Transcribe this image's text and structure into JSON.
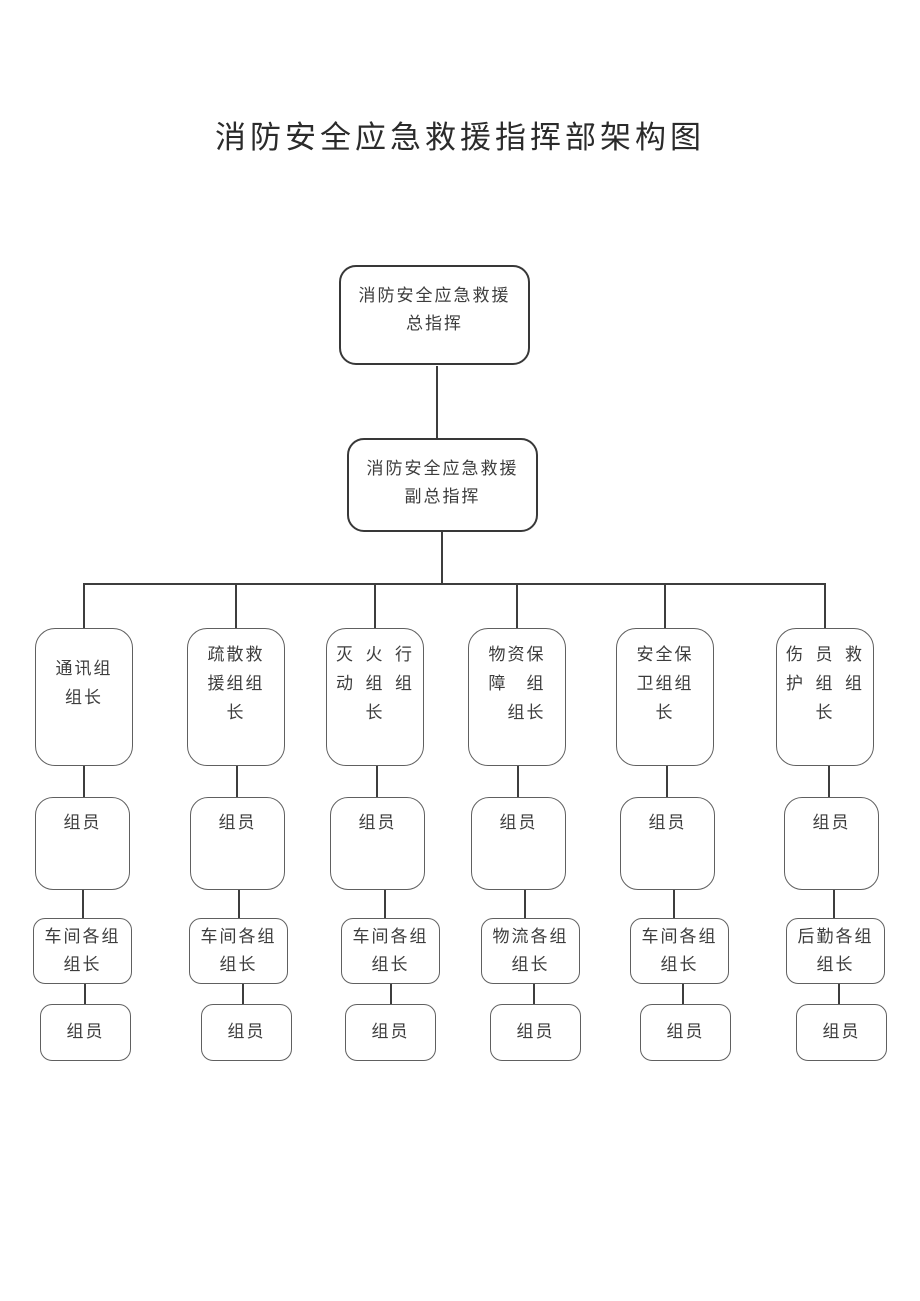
{
  "page": {
    "title": "消防安全应急救援指挥部架构图"
  },
  "org": {
    "chief": "消防安全应急救援\n总指挥",
    "deputy": "消防安全应急救援\n副总指挥",
    "columns": [
      {
        "leader": "通讯组\n组长",
        "member_top": "组员",
        "sub_leader": "车间各组\n组长",
        "member_bottom": "组员"
      },
      {
        "leader": "疏散救\n援组组\n长",
        "member_top": "组员",
        "sub_leader": "车间各组\n组长",
        "member_bottom": "组员"
      },
      {
        "leader": "灭 火 行\n动 组 组\n长",
        "member_top": "组员",
        "sub_leader": "车间各组\n组长",
        "member_bottom": "组员"
      },
      {
        "leader": "物资保\n障　组\n　组长",
        "member_top": "组员",
        "sub_leader": "物流各组\n组长",
        "member_bottom": "组员"
      },
      {
        "leader": "安全保\n卫组组\n长",
        "member_top": "组员",
        "sub_leader": "车间各组\n组长",
        "member_bottom": "组员"
      },
      {
        "leader": "伤 员 救\n护 组 组\n长",
        "member_top": "组员",
        "sub_leader": "后勤各组\n组长",
        "member_bottom": "组员"
      }
    ]
  }
}
